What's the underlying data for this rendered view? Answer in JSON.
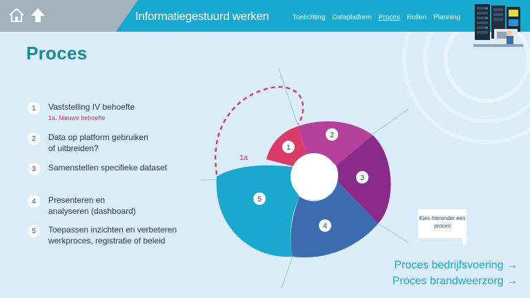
{
  "header": {
    "title": "Informatiegestuurd werken",
    "nav": [
      {
        "label": "Toelichting",
        "active": false
      },
      {
        "label": "Dataplatform",
        "active": false
      },
      {
        "label": "Proces",
        "active": true
      },
      {
        "label": "Rollen",
        "active": false
      },
      {
        "label": "Planning",
        "active": false
      }
    ],
    "home_icon": "home-icon",
    "up_icon": "arrow-up-icon"
  },
  "page": {
    "title": "Proces"
  },
  "steps": [
    {
      "num": "1",
      "text": "Vaststelling IV behoefte",
      "sub": "1a. Nieuwe behoefte"
    },
    {
      "num": "2",
      "text_lines": [
        "Data op platform gebruiken",
        "of uitbreiden?"
      ]
    },
    {
      "num": "3",
      "text": "Samenstellen specifieke dataset"
    },
    {
      "num": "4",
      "text_lines": [
        "Presenteren en",
        "analyseren (dashboard)"
      ]
    },
    {
      "num": "5",
      "text_lines": [
        "Toepassen inzichten en verbeteren",
        "werkproces, registratie of beleid"
      ]
    }
  ],
  "diagram": {
    "segments": [
      {
        "num": "1",
        "color": "#d93d67"
      },
      {
        "num": "2",
        "color": "#b5419a"
      },
      {
        "num": "3",
        "color": "#8a2a8a"
      },
      {
        "num": "4",
        "color": "#3c6bb0"
      },
      {
        "num": "5",
        "color": "#1aa8cf"
      }
    ],
    "loop_label": "1a"
  },
  "tooltip": {
    "text_lines": [
      "Kies hieronder een",
      "proces"
    ]
  },
  "links": [
    {
      "label": "Proces bedrijfsvoering →"
    },
    {
      "label": "Proces brandweerzorg →"
    }
  ],
  "colors": {
    "accent": "#17a9cf",
    "background": "#dcedfa",
    "title": "#1a8a9a",
    "text": "#1b3a5c",
    "highlight": "#d63d6a"
  }
}
